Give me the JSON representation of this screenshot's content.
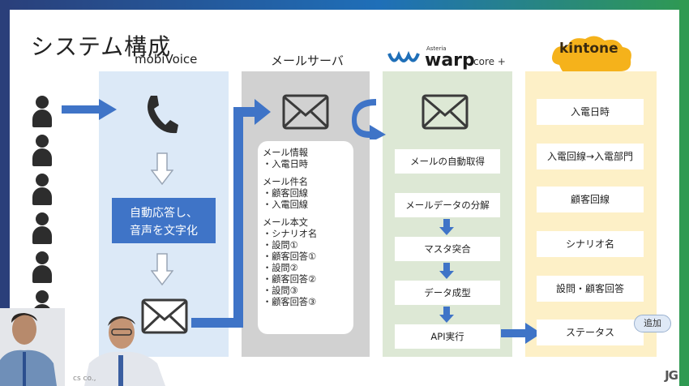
{
  "title": "システム構成",
  "columns": {
    "mobivoice": "mobiVoice",
    "mailserver": "メールサーバ",
    "warp": {
      "asteria": "Asteria",
      "warp": "warp",
      "core": "core +"
    },
    "kintone": "kintone"
  },
  "mobivoice_box": {
    "line1": "自動応答し、",
    "line2": "音声を文字化"
  },
  "mail_content": [
    "メール情報",
    "・入電日時",
    "",
    "メール件名",
    "・顧客回線",
    "・入電回線",
    "",
    "メール本文",
    "・シナリオ名",
    "・設問①",
    "・顧客回答①",
    "・設問②",
    "・顧客回答②",
    "・設問③",
    "・顧客回答③"
  ],
  "warp_steps": [
    "メールの自動取得",
    "メールデータの分解",
    "マスタ突合",
    "データ成型",
    "API実行"
  ],
  "kintone_fields": [
    "入電日時",
    "入電回線→入電部門",
    "顧客回線",
    "シナリオ名",
    "設問・顧客回答",
    "ステータス"
  ],
  "add_badge": "追加",
  "footer": "cs co.,",
  "corner_logo": "JG",
  "colors": {
    "blue_accent": "#3f74c7",
    "mobi_bg": "#dce9f7",
    "mail_bg": "#d1d1d1",
    "warp_bg": "#dde8d5",
    "kintone_bg": "#fdf0c7",
    "kintone_cloud": "#f5b21b"
  }
}
